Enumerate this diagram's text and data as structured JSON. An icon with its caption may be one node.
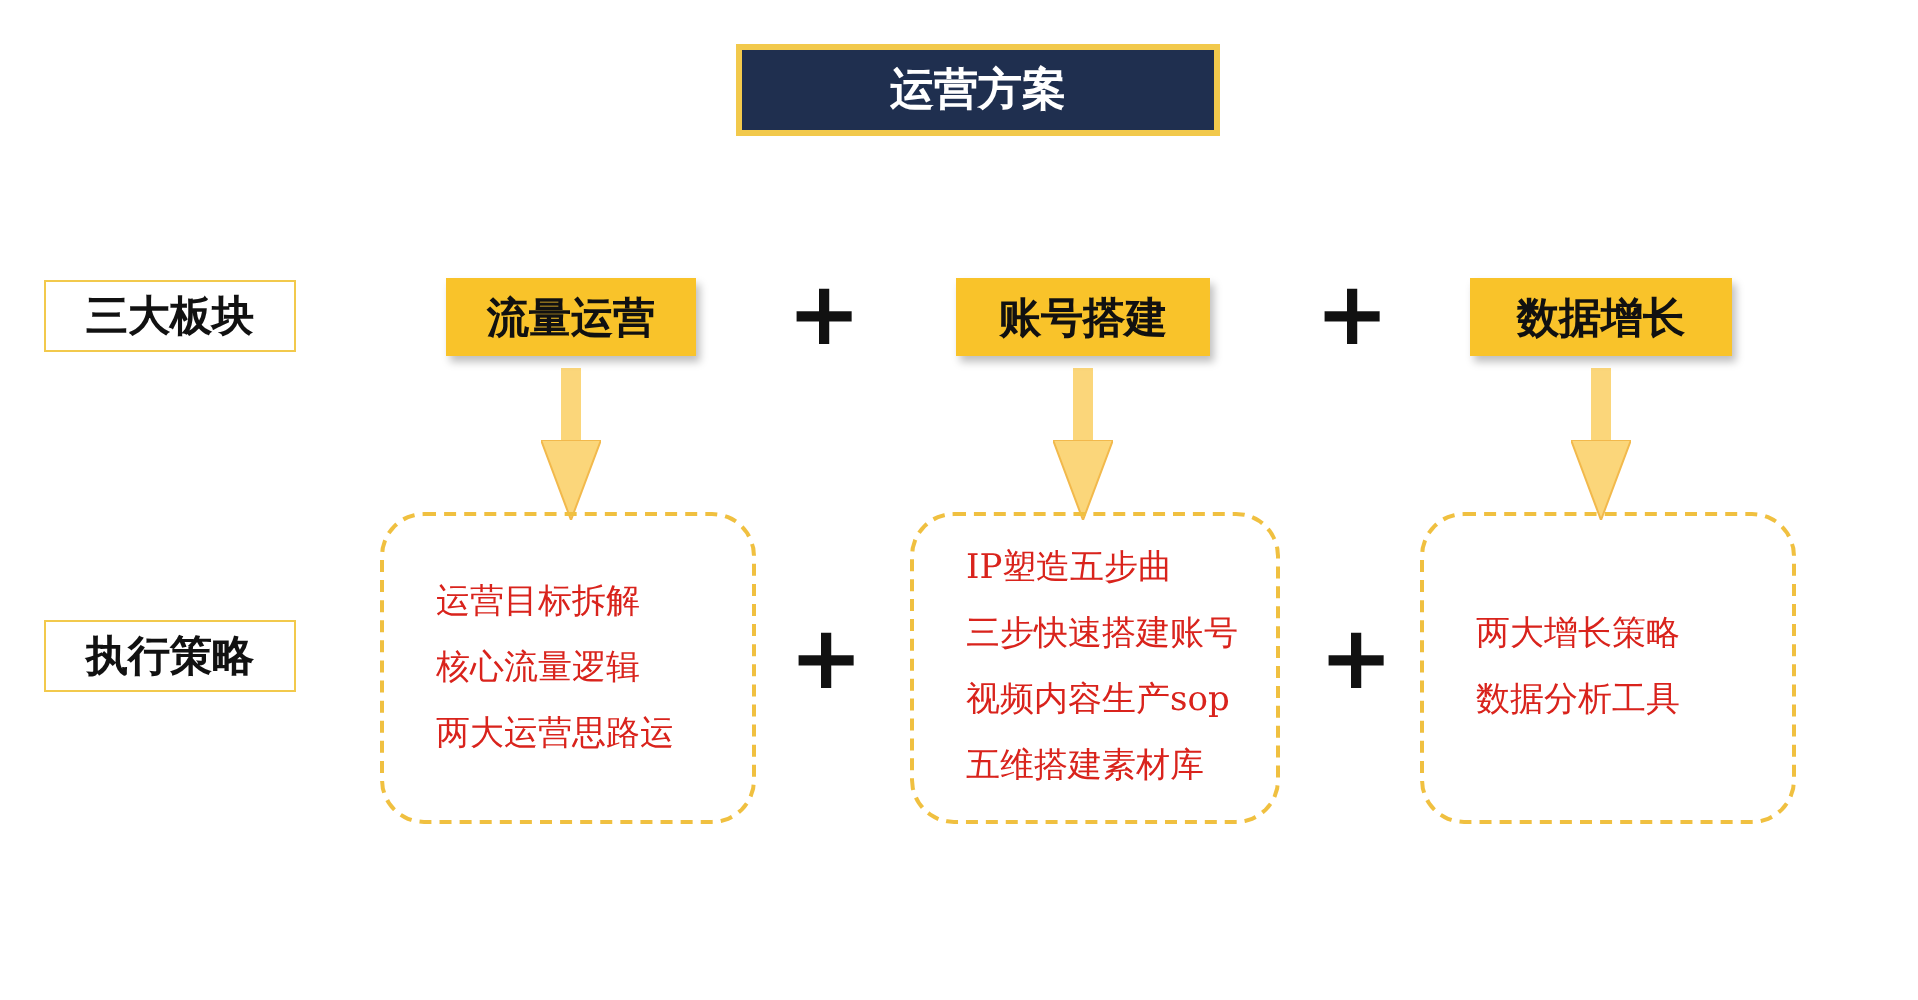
{
  "diagram": {
    "title": "运营方案",
    "nodes": [
      {
        "text": [
          "三大板块"
        ]
      },
      {
        "text": [
          "流量运营"
        ]
      },
      {
        "text": [
          "账号搭建"
        ]
      },
      {
        "text": [
          "数据增长"
        ]
      },
      {
        "text": [
          "执行策略"
        ]
      },
      {
        "text": [
          "运营目标拆解",
          "核心流量逻辑",
          "两大运营思路运"
        ]
      },
      {
        "text": [
          "IP塑造五步曲",
          "三步快速搭建账号",
          "视频内容生产sop",
          "五维搭建素材库"
        ]
      },
      {
        "text": [
          "两大增长策略",
          "数据分析工具"
        ]
      }
    ],
    "edges": [
      {
        "from": 1,
        "to": 5,
        "arrow": "to"
      },
      {
        "from": 2,
        "to": 6,
        "arrow": "to"
      },
      {
        "from": 3,
        "to": 7,
        "arrow": "to"
      }
    ],
    "labels": [
      "+",
      "+",
      "+",
      "+"
    ]
  }
}
